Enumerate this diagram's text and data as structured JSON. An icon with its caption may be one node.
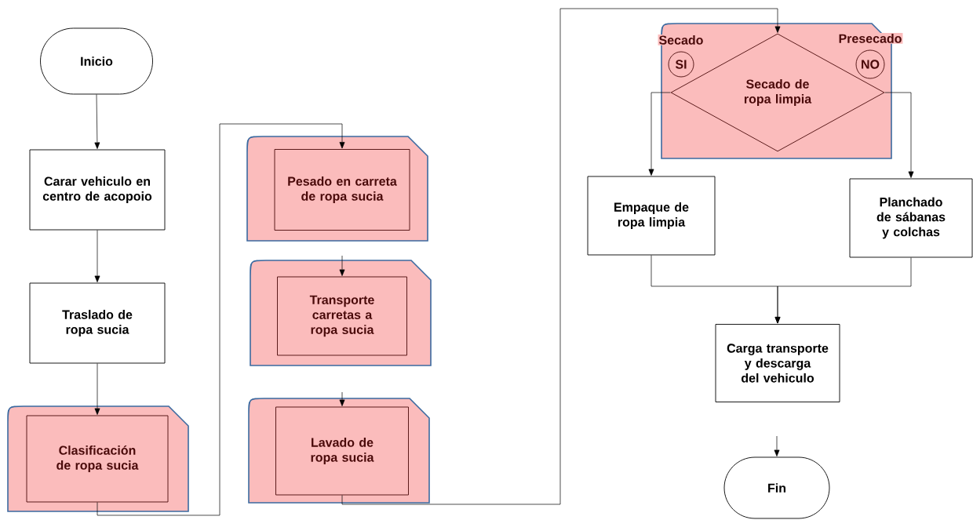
{
  "diagram": {
    "nodes": [
      {
        "text": [
          "Inicio"
        ]
      },
      {
        "text": [
          "Carar vehiculo en centro de acopoio"
        ]
      },
      {
        "text": [
          "Traslado de ropa sucia"
        ]
      },
      {
        "text": [],
        "shape": "box"
      },
      {
        "text": [
          "Clasificación de ropa sucia"
        ],
        "in": 3
      },
      {
        "text": [],
        "shape": "box"
      },
      {
        "text": [
          "Pesado en carreta de ropa sucia"
        ],
        "in": 5
      },
      {
        "text": [],
        "shape": "box"
      },
      {
        "text": [
          "Transporte carretas a ropa sucia"
        ],
        "in": 7
      },
      {
        "text": [],
        "shape": "box"
      },
      {
        "text": [
          "Lavado de ropa sucia"
        ],
        "in": 9
      },
      {
        "text": [],
        "shape": "box"
      },
      {
        "text": [
          "Secado de ropa limpia"
        ],
        "in": 11
      },
      {
        "text": [
          "SI"
        ],
        "in": 11,
        "beside": [
          "Secado"
        ]
      },
      {
        "text": [
          "NO"
        ],
        "in": 11,
        "beside": [
          "Presecado"
        ]
      },
      {
        "text": [
          "Empaque de ropa limpia"
        ]
      },
      {
        "text": [
          "Planchado de sábanas y colchas"
        ]
      },
      {
        "text": [
          "Carga transporte y descarga del vehiculo"
        ]
      },
      {
        "text": [
          "Fin"
        ]
      }
    ],
    "edges": [
      {
        "from": 0,
        "to": 1,
        "arrow": "to"
      },
      {
        "from": 1,
        "to": 2,
        "arrow": "to"
      },
      {
        "from": 2,
        "to": 4,
        "arrow": "to"
      },
      {
        "from": 4,
        "to": 6,
        "arrow": "to"
      },
      {
        "from": null,
        "to": 8,
        "arrow": "to"
      },
      {
        "from": null,
        "to": 10,
        "arrow": "to"
      },
      {
        "from": 10,
        "to": 12,
        "arrow": "to"
      },
      {
        "from": 12,
        "to": 15,
        "arrow": "to"
      },
      {
        "from": 12,
        "to": 16,
        "arrow": "to"
      },
      {
        "from": 15,
        "to": 17,
        "arrow": "to"
      },
      {
        "from": 16,
        "to": 17,
        "arrow": "to"
      },
      {
        "from": null,
        "to": 18,
        "arrow": "to"
      }
    ]
  }
}
